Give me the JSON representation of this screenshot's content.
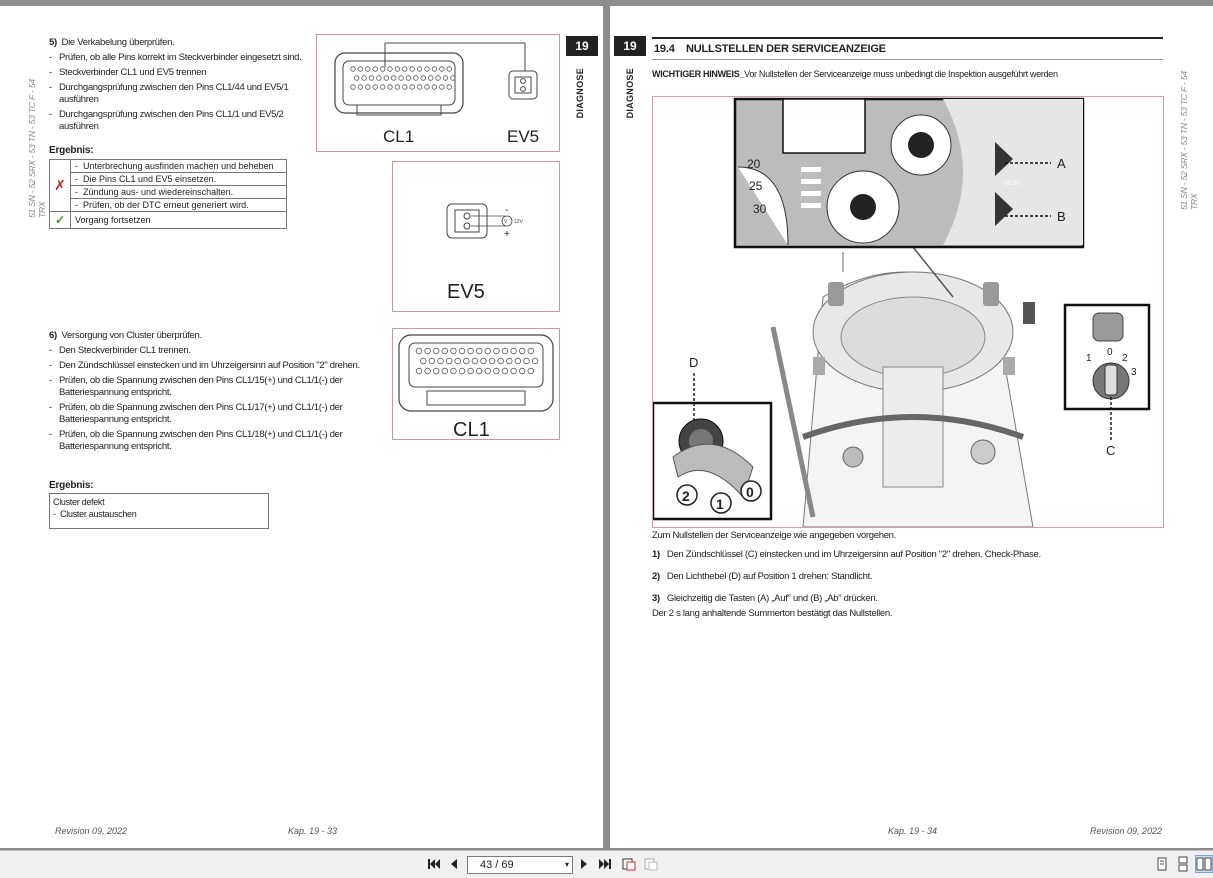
{
  "left_page": {
    "chapter": "19",
    "side_label": "DIAGNOSE",
    "side_model": "51 SN - 52 SRX - 53 TN - 53 TC F - 54 TRX",
    "step5": {
      "num": "5)",
      "title": "Die Verkabelung überprüfen.",
      "items": [
        "Prüfen, ob alle Pins korrekt im Steckverbinder eingesetzt sind.",
        "Steckverbinder CL1 und EV5 trennen",
        "Durchgangsprüfung zwischen den Pins CL1/44 und EV5/1 ausführen",
        "Durchgangsprüfung zwischen den Pins CL1/1 und EV5/2 ausführen"
      ]
    },
    "result1": {
      "heading": "Ergebnis:",
      "fail_symbol": "✗",
      "fail_items": [
        "Unterbrechung ausfinden machen und beheben",
        "Die Pins CL1 und EV5 einsetzen.",
        "Zündung aus- und wiedereinschalten.",
        "Prüfen, ob der DTC erneut generiert wird."
      ],
      "ok_symbol": "✓",
      "ok_text": "Vorgang fortsetzen"
    },
    "fig1": {
      "label_left": "CL1",
      "label_right": "EV5"
    },
    "fig2": {
      "label": "EV5",
      "minus": "-",
      "plus": "+",
      "volt": "12V"
    },
    "fig3": {
      "label": "CL1"
    },
    "step6": {
      "num": "6)",
      "title": "Versorgung von Cluster überprüfen.",
      "items": [
        "Den Steckverbinder CL1 trennen.",
        "Den Zündschlüssel einstecken und im Uhrzeigersinn auf Position \"2\" drehen.",
        "Prüfen, ob die Spannung zwischen den Pins CL1/15(+) und CL1/1(-) der Batteriespannung entspricht.",
        "Prüfen, ob die Spannung zwischen den Pins CL1/17(+) und CL1/1(-) der Batteriespannung entspricht.",
        "Prüfen, ob die Spannung zwischen den Pins CL1/18(+) und CL1/1(-) der Batteriespannung entspricht."
      ]
    },
    "result2": {
      "heading": "Ergebnis:",
      "line1": "Cluster defekt",
      "line2": "Cluster austauschen"
    },
    "footer_left": "Revision 09, 2022",
    "footer_center": "Kap. 19 - 33"
  },
  "right_page": {
    "chapter": "19",
    "side_label": "DIAGNOSE",
    "side_model": "51 SN - 52 SRX - 53 TN - 53 TC F - 54 TRX",
    "section_num": "19.4",
    "section_title": "NULLSTELLEN DER SERVICEANZEIGE",
    "notice_bold": "WICHTIGER HINWEIS_",
    "notice_text": "Vor Nullstellen der Serviceanzeige muss unbedingt die Inspektion ausgeführt werden",
    "figure_labels": {
      "a": "A",
      "b": "B",
      "c": "C",
      "d": "D",
      "menu": "MENU",
      "gauge": [
        "20",
        "25",
        "30"
      ],
      "key_pos": [
        "1",
        "0",
        "2",
        "3"
      ],
      "light_pos": [
        "2",
        "1",
        "0"
      ]
    },
    "intro": "Zum Nullstellen der Serviceanzeige wie angegeben vorgehen.",
    "steps": [
      {
        "num": "1)",
        "text": "Den Zündschlüssel (C) einstecken und im Uhrzeigersinn auf Position \"2\" drehen. Check-Phase."
      },
      {
        "num": "2)",
        "text": "Den Lichthebel (D) auf Position 1 drehen: Standlicht."
      },
      {
        "num": "3)",
        "text": "Gleichzeitig die Tasten (A) „Auf\" und (B) „Ab\" drücken."
      }
    ],
    "closing": "Der 2 s lang anhaltende Summerton bestätigt das Nullstellen.",
    "footer_center": "Kap. 19 - 34",
    "footer_right": "Revision 09, 2022"
  },
  "toolbar": {
    "page_value": "43 / 69",
    "icons": [
      "first-page-icon",
      "prev-page-icon",
      "next-page-icon",
      "last-page-icon",
      "copy-view-icon",
      "paste-view-icon",
      "single-page-view-icon",
      "continuous-view-icon",
      "two-page-view-icon"
    ]
  },
  "colors": {
    "fail": "#d0202c",
    "ok": "#2a9a2a",
    "fig_border": "#cc9999"
  }
}
